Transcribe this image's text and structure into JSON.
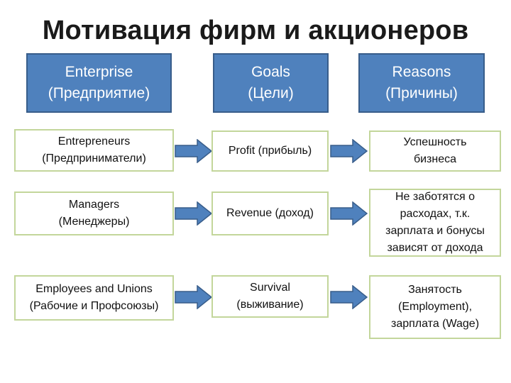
{
  "title": "Мотивация фирм и акционеров",
  "headers": [
    {
      "line1": "Enterprise",
      "line2": "(Предприятие)"
    },
    {
      "line1": "Goals",
      "line2": "(Цели)"
    },
    {
      "line1": "Reasons",
      "line2": "(Причины)"
    }
  ],
  "rows": [
    {
      "enterprise": [
        "Entrepreneurs",
        "(Предприниматели)"
      ],
      "goal": [
        "Profit (прибыль)"
      ],
      "reason": [
        "Успешность",
        "бизнеса"
      ]
    },
    {
      "enterprise": [
        "Managers",
        "(Менеджеры)"
      ],
      "goal": [
        "Revenue (доход)"
      ],
      "reason": [
        "Не заботятся о",
        "расходах, т.к.",
        "зарплата и бонусы",
        "зависят от дохода"
      ]
    },
    {
      "enterprise": [
        "Employees and Unions",
        "(Рабочие и Профсоюзы)"
      ],
      "goal": [
        "Survival",
        "(выживание)"
      ],
      "reason": [
        "Занятость",
        "(Employment),",
        "зарплата (Wage)"
      ]
    }
  ],
  "colors": {
    "header_fill": "#4f81bd",
    "header_border": "#385d8a",
    "box_border": "#c3d69b",
    "arrow_fill": "#4f81bd"
  }
}
